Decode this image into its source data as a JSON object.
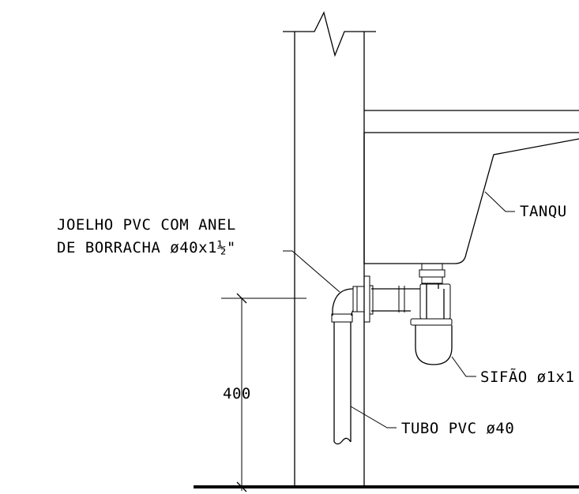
{
  "labels": {
    "joelho_line1": "JOELHO PVC COM ANEL",
    "joelho_line2": "DE BORRACHA ø40x1½\"",
    "tanque": "TANQU",
    "sifao": "SIFÃO ø1x1",
    "tubo": "TUBO PVC ø40",
    "dimension": "400"
  }
}
